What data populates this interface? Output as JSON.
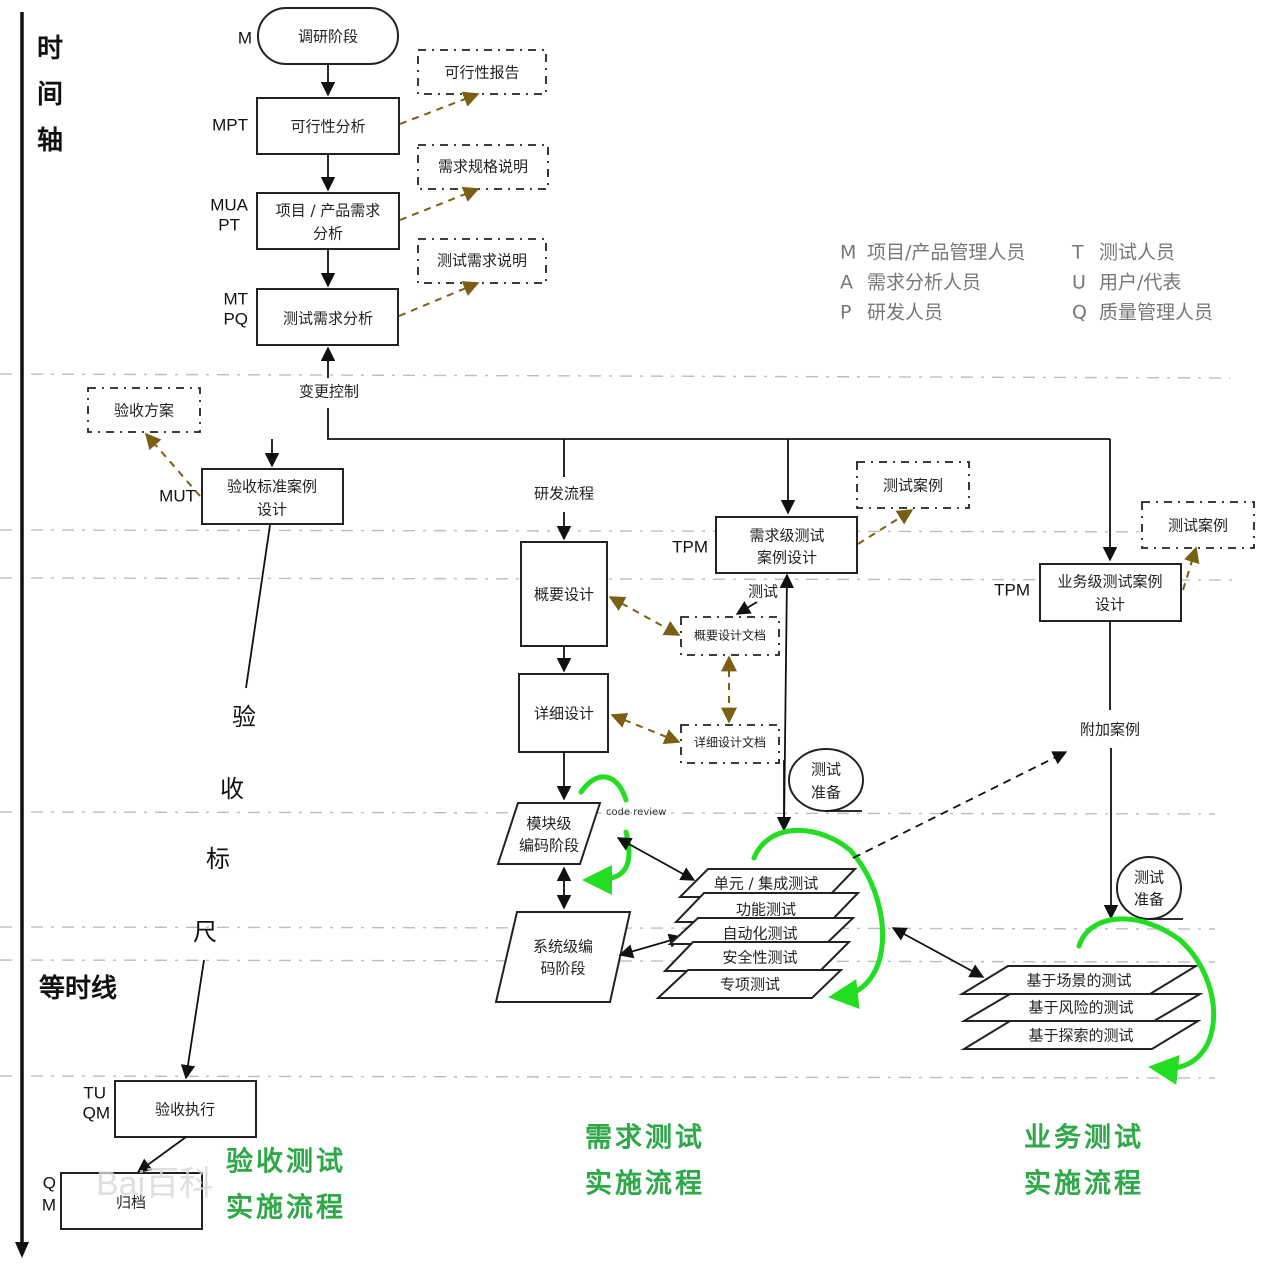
{
  "timeline": {
    "axis_label": [
      "时",
      "间",
      "轴"
    ],
    "isochron_label": "等时线"
  },
  "legend": [
    {
      "code": "M",
      "role": "项目/产品管理人员"
    },
    {
      "code": "A",
      "role": "需求分析人员"
    },
    {
      "code": "P",
      "role": "研发人员"
    },
    {
      "code": "T",
      "role": "测试人员"
    },
    {
      "code": "U",
      "role": "用户/代表"
    },
    {
      "code": "Q",
      "role": "质量管理人员"
    }
  ],
  "main_flow": {
    "stages": [
      {
        "label": "调研阶段",
        "roles": [
          "M"
        ]
      },
      {
        "label": "可行性分析",
        "roles": [
          "MPT"
        ],
        "output": "可行性报告"
      },
      {
        "label": [
          "项目 / 产品需求",
          "分析"
        ],
        "roles": [
          "MUA",
          "PT"
        ],
        "output": "需求规格说明"
      },
      {
        "label": "测试需求分析",
        "roles": [
          "MT",
          "PQ"
        ],
        "output": "测试需求说明"
      }
    ],
    "change_control": "变更控制"
  },
  "acceptance": {
    "design": {
      "label": [
        "验收标准案例",
        "设计"
      ],
      "roles": [
        "MUT"
      ],
      "output": "验收方案"
    },
    "ruler_label": [
      "验",
      "收",
      "标",
      "尺"
    ],
    "execute": {
      "label": "验收执行",
      "roles": [
        "TU",
        "QM"
      ]
    },
    "archive": {
      "label": "归档",
      "roles": [
        "Q",
        "M"
      ]
    },
    "caption": [
      "验收测试",
      "实施流程"
    ]
  },
  "development": {
    "flow_label": "研发流程",
    "outline_design": {
      "label": "概要设计",
      "doc": "概要设计文档"
    },
    "detail_design": {
      "label": "详细设计",
      "doc": "详细设计文档"
    },
    "test_note": "测试",
    "module_coding": {
      "label": [
        "模块级",
        "编码阶段"
      ]
    },
    "code_review": "code review",
    "system_coding": {
      "label": [
        "系统级编",
        "码阶段"
      ]
    }
  },
  "requirement_test": {
    "design": {
      "label": [
        "需求级测试",
        "案例设计"
      ],
      "roles": [
        "TPM"
      ],
      "output": "测试案例"
    },
    "prep": [
      "测试",
      "准备"
    ],
    "layers": [
      "单元 / 集成测试",
      "功能测试",
      "自动化测试",
      "安全性测试",
      "专项测试"
    ],
    "caption": [
      "需求测试",
      "实施流程"
    ]
  },
  "business_test": {
    "design": {
      "label": [
        "业务级测试案例",
        "设计"
      ],
      "roles": [
        "TPM"
      ],
      "output": "测试案例"
    },
    "extra_cases": "附加案例",
    "prep": [
      "测试",
      "准备"
    ],
    "layers": [
      "基于场景的测试",
      "基于风险的测试",
      "基于探索的测试"
    ],
    "caption": [
      "业务测试",
      "实施流程"
    ]
  },
  "watermark": "Bai百科"
}
